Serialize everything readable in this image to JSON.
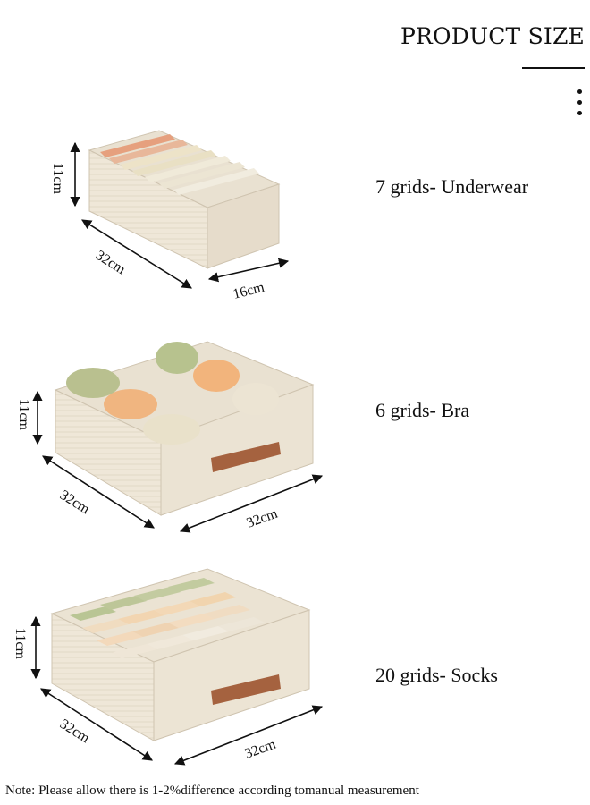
{
  "header": {
    "title": "PRODUCT SIZE",
    "more_icon": "vertical-ellipsis-icon"
  },
  "products": [
    {
      "grids": "7 grids- Underwear",
      "height": "11cm",
      "length": "32cm",
      "width": "16cm"
    },
    {
      "grids": "6 grids- Bra",
      "height": "11cm",
      "length": "32cm",
      "width": "32cm"
    },
    {
      "grids": "20 grids- Socks",
      "height": "11cm",
      "length": "32cm",
      "width": "32cm"
    }
  ],
  "note": "Note: Please allow there is 1-2%difference according tomanual measurement",
  "colors": {
    "box": "#efe7d8",
    "box_shade": "#ddd2bf",
    "handle": "#a5623f"
  }
}
